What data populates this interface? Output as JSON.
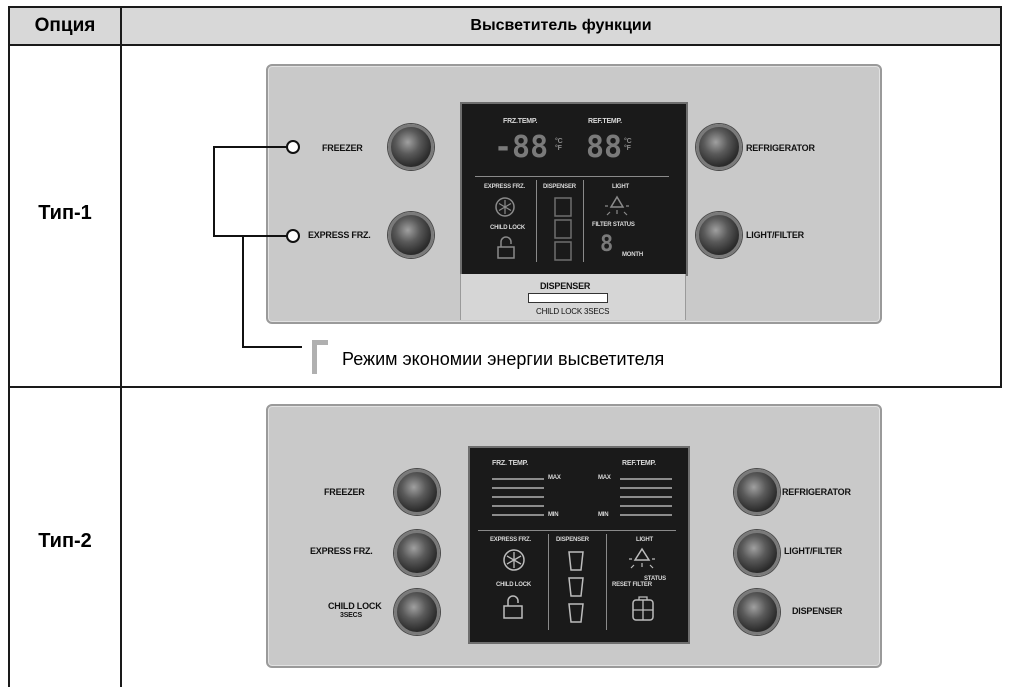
{
  "table": {
    "header_option": "Опция",
    "header_display": "Высветитель функции"
  },
  "type1": {
    "label": "Тип-1",
    "buttons": {
      "freezer": "FREEZER",
      "express_frz": "EXPRESS FRZ.",
      "refrigerator": "REFRIGERATOR",
      "light_filter": "LIGHT/FILTER"
    },
    "display": {
      "frz_temp": "FRZ.TEMP.",
      "ref_temp": "REF.TEMP.",
      "frz_digits": "-88",
      "ref_digits": "88",
      "express_frz": "EXPRESS FRZ.",
      "dispenser": "DISPENSER",
      "light": "LIGHT",
      "child_lock": "CHILD LOCK",
      "filter_status": "FILTER STATUS",
      "digit": "8",
      "month": "MONTH"
    },
    "dispenser_label": "DISPENSER",
    "child_lock_hint": "CHILD LOCK 3SECS",
    "energy_caption": "Режим экономии энергии высветителя"
  },
  "type2": {
    "label": "Тип-2",
    "buttons": {
      "freezer": "FREEZER",
      "express_frz": "EXPRESS FRZ.",
      "child_lock": "CHILD LOCK",
      "child_lock_secs": "3SECS",
      "refrigerator": "REFRIGERATOR",
      "light_filter": "LIGHT/FILTER",
      "dispenser": "DISPENSER"
    },
    "display": {
      "frz_temp": "FRZ. TEMP.",
      "ref_temp": "REF.TEMP.",
      "max": "MAX",
      "min": "MIN",
      "express_frz": "EXPRESS FRZ.",
      "dispenser": "DISPENSER",
      "light": "LIGHT",
      "child_lock": "CHILD LOCK",
      "reset_filter": "RESET FILTER",
      "filter_status": "STATUS"
    }
  }
}
